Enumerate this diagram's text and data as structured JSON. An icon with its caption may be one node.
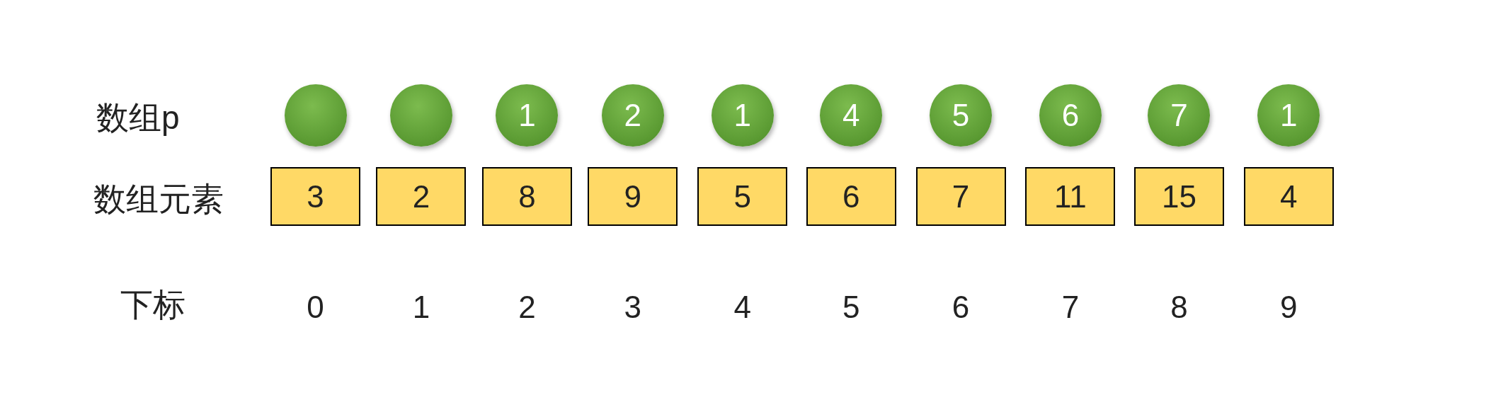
{
  "diagram": {
    "nodes": [
      {
        "text": [],
        "shape": "circle"
      },
      {
        "text": [],
        "shape": "circle"
      },
      {
        "text": [
          "1"
        ]
      },
      {
        "text": [
          "2"
        ]
      },
      {
        "text": [
          "1"
        ]
      },
      {
        "text": [
          "4"
        ]
      },
      {
        "text": [
          "5"
        ]
      },
      {
        "text": [
          "6"
        ]
      },
      {
        "text": [
          "7"
        ]
      },
      {
        "text": [
          "1"
        ]
      },
      {
        "text": [
          "3"
        ]
      },
      {
        "text": [
          "2"
        ]
      },
      {
        "text": [
          "8"
        ]
      },
      {
        "text": [
          "9"
        ]
      },
      {
        "text": [
          "5"
        ]
      },
      {
        "text": [
          "6"
        ]
      },
      {
        "text": [
          "7"
        ]
      },
      {
        "text": [
          "11"
        ]
      },
      {
        "text": [
          "15"
        ]
      },
      {
        "text": [
          "4"
        ]
      }
    ],
    "edges": [],
    "labels": [
      "数组p",
      "数组元素",
      "下标",
      "0",
      "1",
      "2",
      "3",
      "4",
      "5",
      "6",
      "7",
      "8",
      "9"
    ]
  }
}
